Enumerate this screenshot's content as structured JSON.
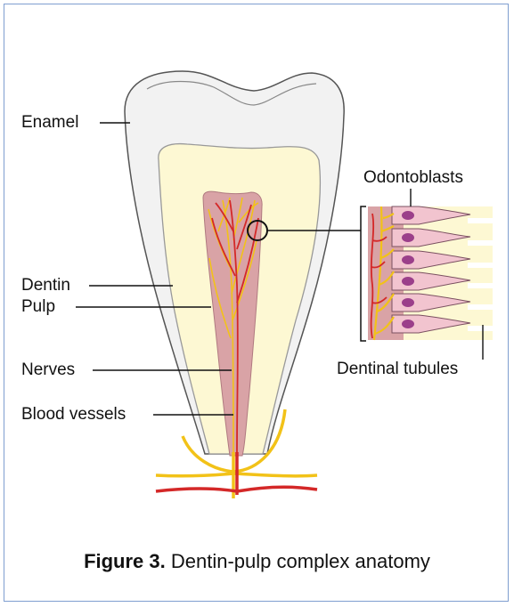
{
  "labels": {
    "enamel": "Enamel",
    "dentin": "Dentin",
    "pulp": "Pulp",
    "nerves": "Nerves",
    "blood_vessels": "Blood vessels",
    "odontoblasts": "Odontoblasts",
    "dentinal_tubules": "Dentinal tubules"
  },
  "caption": {
    "figure_number": "Figure 3.",
    "text": "Dentin-pulp complex anatomy"
  },
  "colors": {
    "enamel": "#f2f2f2",
    "dentin": "#fdf8d3",
    "pulp": "#d9a3a6",
    "nerve": "#f2c218",
    "blood": "#d42828",
    "odontoblast_cell": "#f2c4cf",
    "odontoblast_nucleus": "#9b3f8a",
    "frame": "#7f9ed0"
  }
}
